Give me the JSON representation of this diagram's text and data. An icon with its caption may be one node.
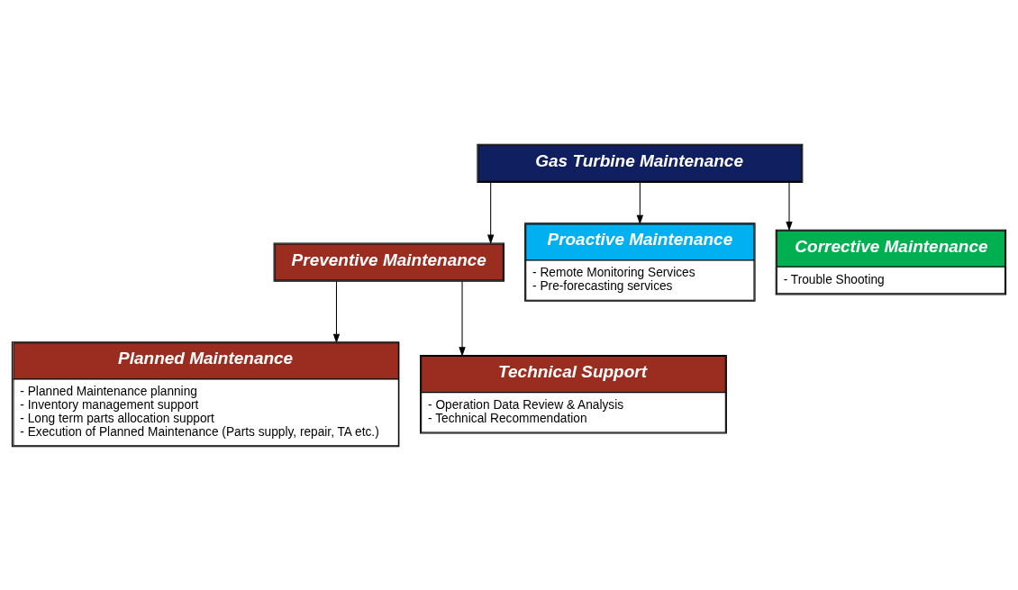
{
  "diagram": {
    "nodes": [
      {
        "text": [
          "Gas Turbine Maintenance"
        ]
      },
      {
        "text": [
          "Preventive Maintenance"
        ]
      },
      {
        "text": [
          "Proactive Maintenance",
          "- Remote Monitoring Services",
          "- Pre-forecasting services"
        ]
      },
      {
        "text": [
          "Corrective Maintenance",
          "- Trouble Shooting"
        ]
      },
      {
        "text": [
          "Planned Maintenance",
          "- Planned Maintenance planning",
          "- Inventory management support",
          "- Long term parts allocation support",
          "- Execution of Planned Maintenance (Parts supply, repair, TA etc.)"
        ]
      },
      {
        "text": [
          "Technical Support",
          "- Operation Data Review & Analysis",
          "- Technical Recommendation"
        ]
      }
    ],
    "edges": [
      {
        "from": 0,
        "to": 1,
        "arrow": "to"
      },
      {
        "from": 0,
        "to": 2,
        "arrow": "to"
      },
      {
        "from": 0,
        "to": 3,
        "arrow": "to"
      },
      {
        "from": 1,
        "to": 4,
        "arrow": "to"
      },
      {
        "from": 1,
        "to": 5,
        "arrow": "to"
      }
    ]
  }
}
